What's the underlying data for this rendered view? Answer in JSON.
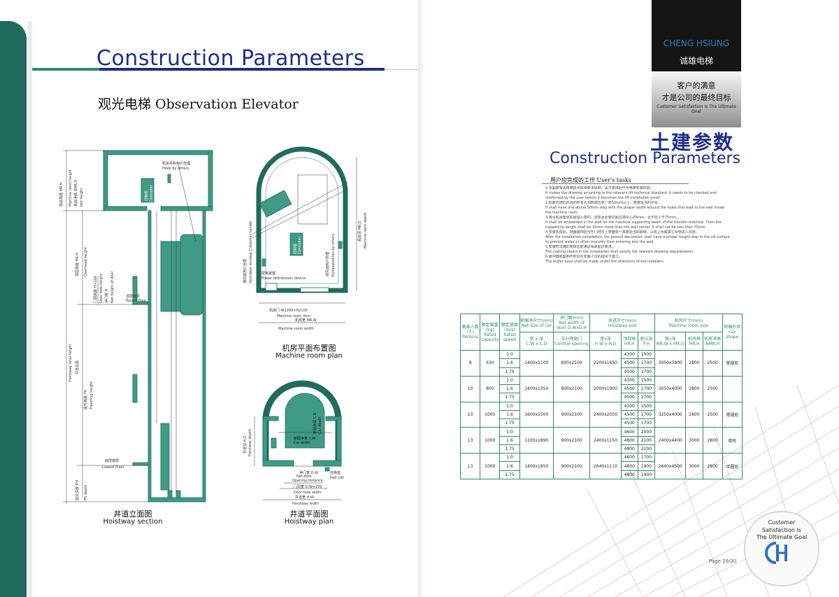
{
  "left_page": {
    "title": "Construction Parameters",
    "subtitle": "观光电梯 Observation Elevator"
  },
  "drawings": {
    "hoistway_section": {
      "caption_cn": "井道立面图",
      "caption_en": "Hoistway section",
      "labels": {
        "hook": "机房吊钩用户自理",
        "hook_en": "Hook by others",
        "controller": "控制柜",
        "controller_en": "Controller",
        "machine_room_height": "机房高度 MR.H",
        "machine_room_height_en": "Machine room height",
        "overhead_height": "顶层高度 HR.H",
        "overhead_height_en": "Overhead height",
        "door_height": "门洞高度 H+100",
        "door_height_en": "Door hole height",
        "net_door_height": "净门高 H",
        "net_door_height_en": "Net height of door",
        "top_floor": "顶层楼层",
        "top_floor_en": "Topest floor",
        "hoistway_total": "井道总高",
        "hoistway_total_en": "Hoistway total height",
        "travel": "提升高度 TH",
        "travel_en": "Traveling height",
        "lowest_floor": "底层楼层",
        "lowest_floor_en": "Lowest Floor",
        "pit": "底坑深度 P.H",
        "pit_en": "Pit depth",
        "nmr": "机房净高 NMR.H",
        "nmr_en": "Net height"
      }
    },
    "machine_room_plan": {
      "caption_cn": "机房平面布置图",
      "caption_en": "Machine room plan",
      "labels": {
        "controller": "控制柜",
        "controller_en": "Controller",
        "power": "配电装置",
        "power_en": "Power distribution device",
        "ventilation": "通风窗用户自理",
        "ventilation_en": "Ventilator window Customer handle",
        "exhaust": "排风扇用户自理",
        "exhaust_en": "Exhausted fan by others",
        "door": "机房门 W1200×H2100",
        "door_en": "Machine room door",
        "width": "机房宽 MR.W",
        "width_en": "Machine room width",
        "depth": "机房深 MR.D",
        "depth_en": "Machine room depth"
      }
    },
    "hoistway_plan": {
      "caption_cn": "井道平面图",
      "caption_en": "Hoistway plan",
      "labels": {
        "car_depth": "轿厢净深 C.D",
        "car_depth_en": "Car depth",
        "car_width": "轿厢净宽 C.W",
        "car_width_en": "Car width",
        "hoistway_depth": "井道深 H.D",
        "hoistway_depth_en": "Hoistway depth",
        "net_door": "净门宽 D.W",
        "net_door_en": "Net door",
        "opening_distance_en": "Opening distance",
        "door_hole": "门洞宽 D.W+200",
        "door_hole_en": "Door hole width",
        "hall_call": "召唤盒",
        "hall_call_en": "Hall call",
        "hoistway_width": "井道宽 H.W",
        "hoistway_width_en": "Hoistway width"
      }
    }
  },
  "brand": {
    "name_en": "CHENG HSIUNG",
    "name_cn": "诚雄电梯",
    "slogan_cn_1": "客户的满意",
    "slogan_cn_2": "才是公司的最终目标",
    "slogan_en": "Customer Satisfaction Is The Ultimate Goal"
  },
  "right_page": {
    "title_cn": "土建参数",
    "title_en": "Construction Parameters",
    "tasks_heading": "用户应完成的工作 User's tasks",
    "tasks": [
      "1.本图按有关电梯技术标准要求绘制，需方复核后作为电梯安装依据。",
      "It makes the drawing according to the relevant lift technical standard.  It needs to be checked and",
      "confirmed by the user before it becomes the lift installation proof.",
      "2.机房内通向井道的所有孔洞四周应筑一高50mm以上，宽度适当的护台。",
      "It shall have one above 50mm step with the proper width around the holes that lead to the well inside",
      "the machine room.",
      "3.曳引机承重梁如需埋入墙内，则支承长度应超过墙中心20mm，且不应小于75mm。",
      "It shall be embedded in the wall for the machine supporting beam of the traction machine.  Then the",
      "supporting length shall be 20mm more than the wall center.  It shall not be less than 75mm.",
      "4.安装完成后，地面装饰应与厅门地坎上表面有一高度适当的斜坡，以防上水或其它杂物进入井道。",
      "After the installation completion, the ground decoration shall have a proper height step in the sill surface",
      "to prevent water or other impurity from entering into the well.",
      "5.安装时须遵的物体应能满足相关图示要求。",
      "The casting object in the installation shall satisfy the relevant drawing requirements.",
      "6.缓冲器底座制作时应在安装人员的指导下施工。",
      "The buffer base shall be made under the directions of the installers."
    ],
    "page": "Page 29/30"
  },
  "table": {
    "headers": {
      "persons": "载乘人数(人)",
      "persons_en": "Persons",
      "capacity": "额定载重(kg)",
      "capacity_en": "Rated capacity",
      "speed": "额定速度(m/s)",
      "speed_en": "Rated speed",
      "car": "轿厢净尺寸(mm)",
      "car_en": "Net size of car",
      "car_sub": "宽 x 深",
      "car_sub_en": "C.W x C.D",
      "door": "净门面(mm)",
      "door_en": "Net width of door D.WxD.H",
      "door_sub": "中分两扇门",
      "door_sub_en": "Central opening",
      "hoistway": "井道尺寸(mm)",
      "hoistway_en": "Hoistway size",
      "hw": "宽x深",
      "hw_en": "H.W x H.D",
      "hr": "顶部高",
      "hr_en": "HR.H",
      "pit": "底坑深",
      "pit_en": "P.H",
      "mr": "机房尺寸(mm)",
      "mr_en": "Machine room size",
      "mrwd": "宽x深",
      "mrwd_en": "MR.W x MR.D",
      "mrh": "机房高",
      "mrh_en": "MR.H",
      "nmrh": "机房净高",
      "nmrh_en": "NMR.H",
      "shape": "轿厢形状",
      "shape_en": "Car shape"
    },
    "groups": [
      {
        "persons": "8",
        "capacity": "630",
        "car": "1400x1100",
        "door": "800x2100",
        "hoistway": "2200x1650",
        "mr": "3050x3900",
        "mrh": "2800",
        "nmrh": "2500",
        "shape": "常规形",
        "rows": [
          {
            "speed": "1.0",
            "hr": "4300",
            "pit": "1500"
          },
          {
            "speed": "1.6",
            "hr": "4500",
            "pit": "1700"
          },
          {
            "speed": "1.75",
            "hr": "4500",
            "pit": "1700"
          }
        ]
      },
      {
        "persons": "10",
        "capacity": "800",
        "car": "1400x1350",
        "door": "800x2100",
        "hoistway": "2000x1900",
        "mr": "3050x4000",
        "mrh": "2800",
        "nmrh": "2500",
        "shape": "",
        "rows": [
          {
            "speed": "1.0",
            "hr": "4300",
            "pit": "1500"
          },
          {
            "speed": "1.6",
            "hr": "4500",
            "pit": "1700"
          },
          {
            "speed": "1.75",
            "hr": "4500",
            "pit": "1700"
          }
        ]
      },
      {
        "persons": "13",
        "capacity": "1000",
        "car": "1600x1500",
        "door": "900x2100",
        "hoistway": "2400x2050",
        "mr": "3250x4000",
        "mrh": "2800",
        "nmrh": "2500",
        "shape": "常规形",
        "rows": [
          {
            "speed": "1.0",
            "hr": "4300",
            "pit": "1500"
          },
          {
            "speed": "1.6",
            "hr": "4500",
            "pit": "1700"
          },
          {
            "speed": "1.75",
            "hr": "4500",
            "pit": "1700"
          }
        ]
      },
      {
        "persons": "13",
        "capacity": "1000",
        "car": "1100x1890",
        "door": "900x2100",
        "hoistway": "2400x1150",
        "mr": "2400x4400",
        "mrh": "3000",
        "nmrh": "2800",
        "shape": "矩形",
        "rows": [
          {
            "speed": "1.0",
            "hr": "4600",
            "pit": "2000"
          },
          {
            "speed": "1.6",
            "hr": "4800",
            "pit": "2100"
          },
          {
            "speed": "1.75",
            "hr": "4800",
            "pit": "2100"
          }
        ]
      },
      {
        "persons": "13",
        "capacity": "1000",
        "car": "1400x1850",
        "door": "900x2100",
        "hoistway": "2640x1110",
        "mr": "2640x4500",
        "mrh": "3000",
        "nmrh": "2800",
        "shape": "半圆形",
        "rows": [
          {
            "speed": "1.0",
            "hr": "4600",
            "pit": "1700"
          },
          {
            "speed": "1.6",
            "hr": "4800",
            "pit": "1900"
          },
          {
            "speed": "1.75",
            "hr": "4800",
            "pit": "1900"
          }
        ]
      }
    ]
  },
  "badge": {
    "line1": "Customer",
    "line2": "Satisfaction Is",
    "line3": "The Ultimate Goal"
  },
  "colors": {
    "teal": "#2f8a78",
    "dark_teal": "#1f6b5e",
    "navy": "#1c2d8c",
    "fill": "#3f9a86"
  },
  "icons": {
    "logo": "ch-logo-icon"
  }
}
